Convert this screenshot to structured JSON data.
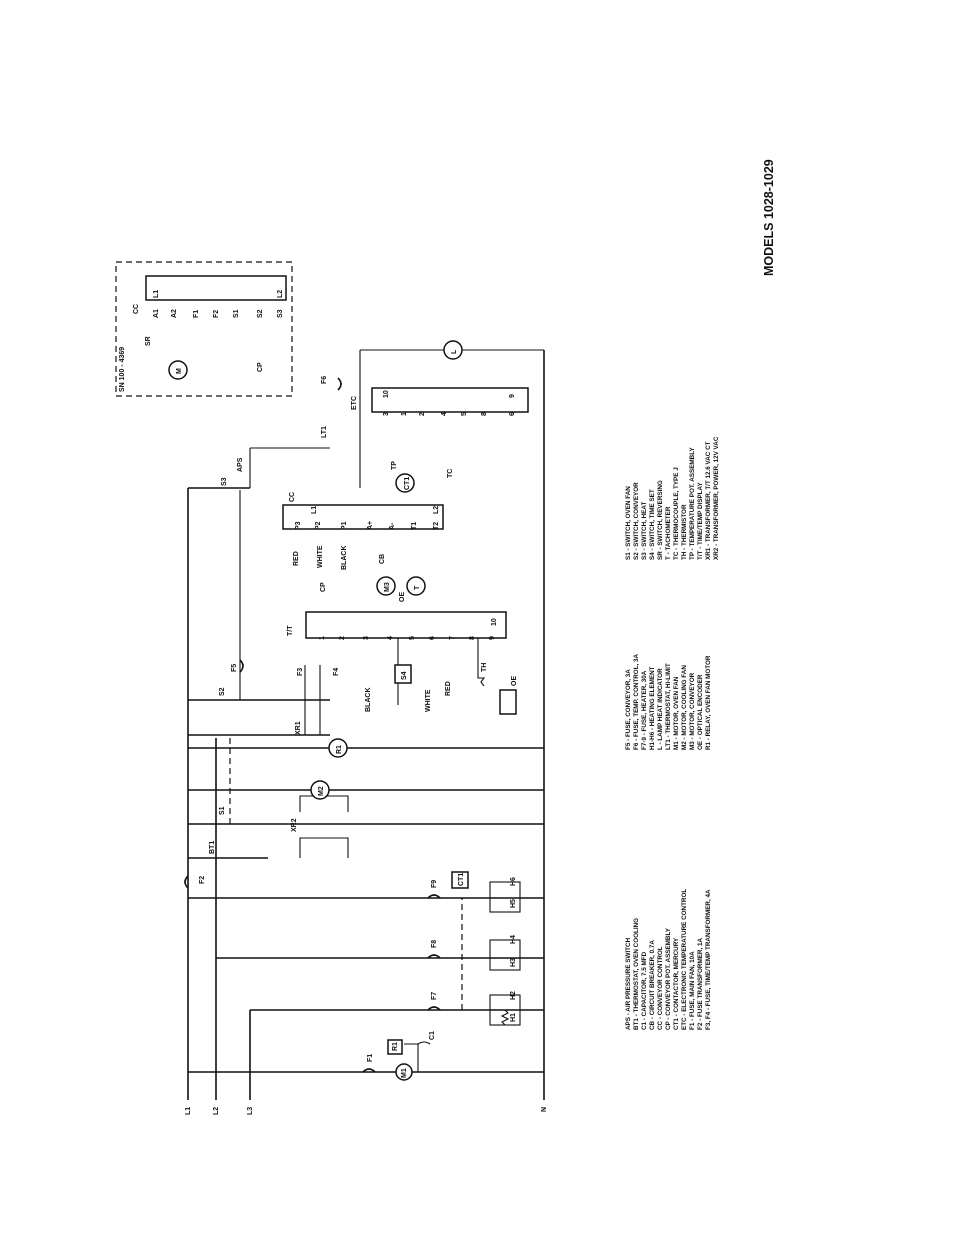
{
  "title": "MODELS 1028-1029",
  "sn_note": "SN 100 - 4369",
  "lines": [
    "L1",
    "L2",
    "L3",
    "N"
  ],
  "components": {
    "cc": "CC",
    "etc": "ETC",
    "tt": "T/T",
    "S1": "S1",
    "S2": "S2",
    "S3": "S3",
    "S4": "S4",
    "SR": "SR",
    "APS": "APS",
    "BT1": "BT1",
    "LT1": "LT1",
    "F1": "F1",
    "F2": "F2",
    "F3": "F3",
    "F4": "F4",
    "F5": "F5",
    "F6": "F6",
    "F7": "F7",
    "F8": "F8",
    "F9": "F9",
    "H1": "H1",
    "H2": "H2",
    "H3": "H3",
    "H4": "H4",
    "H5": "H5",
    "H6": "H6",
    "M1": "M1",
    "M2": "M2",
    "M3": "M3",
    "M": "M",
    "R1": "R1",
    "C1": "C1",
    "CB": "CB",
    "CP": "CP",
    "TP": "TP",
    "TC": "TC",
    "TH": "TH",
    "OE": "OE",
    "T": "T",
    "L": "L",
    "XR1": "XR1",
    "XR2": "XR2",
    "CT1": "CT1"
  },
  "cc_top_pins": [
    "L1",
    "A1",
    "A2",
    "F1",
    "F2",
    "S1",
    "S2",
    "S3",
    "L2"
  ],
  "cc_pins": [
    "P3",
    "P2",
    "P1",
    "A+",
    "A-",
    "T1",
    "T2",
    "L1",
    "L2"
  ],
  "etc_pins": [
    "3",
    "1",
    "2",
    "4",
    "5",
    "8",
    "6",
    "9",
    "10"
  ],
  "tt_pins": [
    "1",
    "2",
    "3",
    "4",
    "5",
    "6",
    "7",
    "8",
    "9",
    "10"
  ],
  "wire_colors": [
    "RED",
    "WHITE",
    "BLACK",
    "BLACK",
    "WHITE",
    "RED"
  ],
  "legend": {
    "col1": [
      "APS  - AIR PRESSURE SWITCH",
      "BT1  - THERMOSTAT, OVEN COOLING",
      "C1   - CAPACITOR, 7.5 MFD",
      "CB   - CIRCUIT BREAKER, 0.7A",
      "CC   - CONVEYOR CONTROL",
      "CP   - CONVEYOR POT. ASSEMBLY",
      "CT1  - CONTACTOR, MERCURY",
      "ETC  - ELECTRONIC TEMPERATURE CONTROL",
      "F1   - FUSE, MAIN FAN, 10A",
      "F2   - FUSE TRANSFORMER, 1A",
      "F3, F4 - FUSE, TIME/TEMP TRANSFORMER, 4A"
    ],
    "col2": [
      "F5   - FUSE, CONVEYOR, 3A",
      "F6   - FUSE, TEMP. CONTROL, 3A",
      "F7-9 - FUSE, HEATER, 30A",
      "H1-H6 - HEATING ELEMENT",
      "L    - LAMP HEAT INDICATOR",
      "LT1  - THERMOSTAT, HI-LIMIT",
      "M1   - MOTOR, OVEN FAN",
      "M2   - MOTOR, COOLING FAN",
      "M3   - MOTOR, CONVEYOR",
      "OE   - OPTICAL ENCODER",
      "R1   - RELAY, OVEN FAN MOTOR"
    ],
    "col3": [
      "S1   - SWITCH, OVEN FAN",
      "S2   - SWITCH, CONVEYOR",
      "S3   - SWITCH, HEAT",
      "S4   - SWITCH, TIME SET",
      "SR   - SWITCH, REVERSING",
      "T    - TACHOMETER",
      "TC   - THERMOCOUPLE, TYPE J",
      "TH   - THERMISTOR",
      "TP   - TEMPERATURE POT. ASSEMBLY",
      "T/T  - TIME/TEMP DISPLAY",
      "XR1  - TRANSFORMER, T/T 12.6 VAC CT",
      "XR2  - TRANSFORMER, POWER, 12V VAC"
    ]
  }
}
